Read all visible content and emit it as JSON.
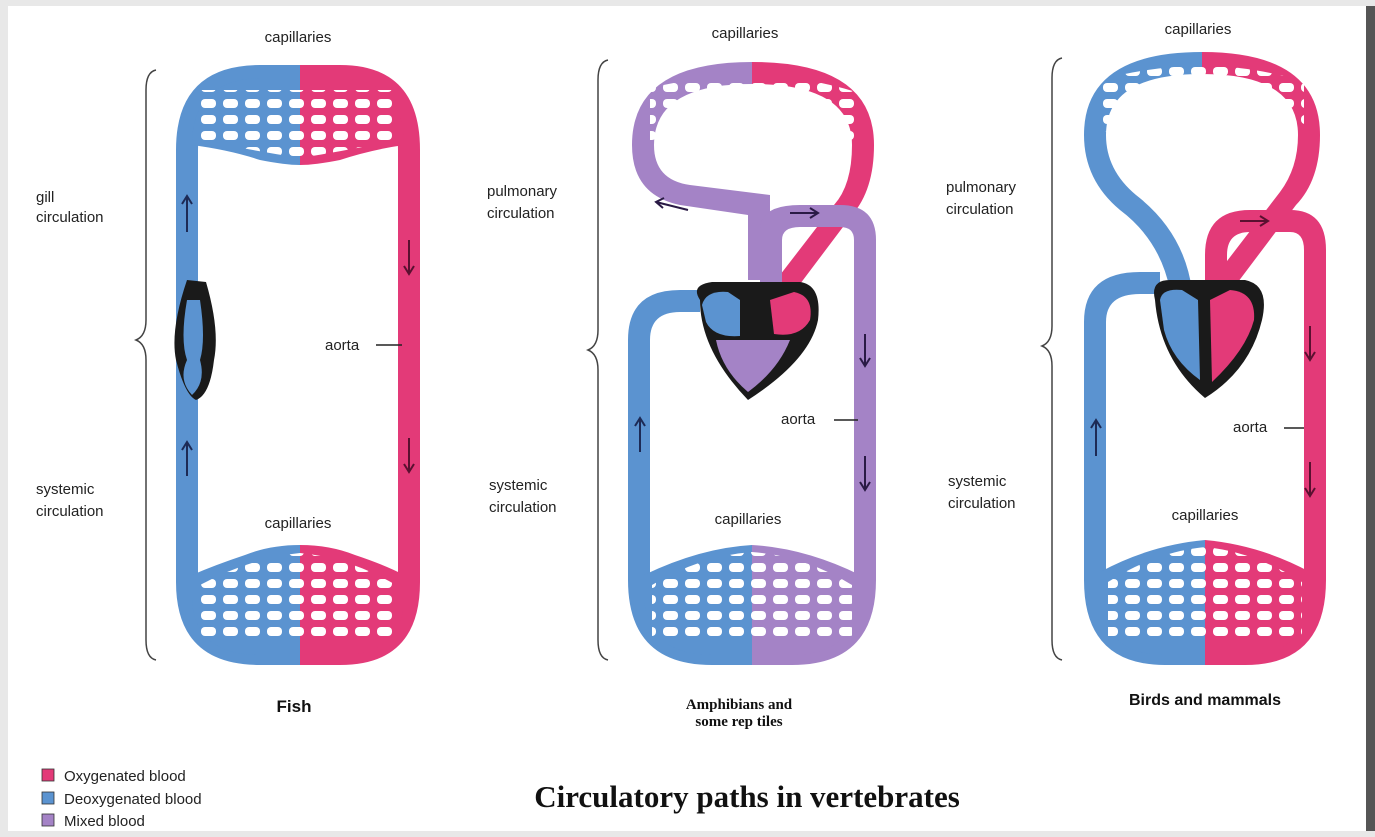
{
  "colors": {
    "oxygenated": "#e33a78",
    "deoxygenated": "#5b93d0",
    "mixed": "#a483c6",
    "heart": "#1a1a1a",
    "paper": "#ffffff",
    "background": "#e8e8e8"
  },
  "title": "Circulatory paths in vertebrates",
  "panels": [
    {
      "caption": [
        "Fish"
      ],
      "labels": {
        "capillaries_top": "capillaries",
        "capillaries_bottom": "capillaries",
        "upper_circulation": [
          "gill",
          "circulation"
        ],
        "lower_circulation": [
          "systemic",
          "circulation"
        ],
        "aorta": "aorta"
      }
    },
    {
      "caption": [
        "Amphibians and",
        "some rep tiles"
      ],
      "labels": {
        "capillaries_top": "capillaries",
        "capillaries_bottom": "capillaries",
        "upper_circulation": [
          "pulmonary",
          "circulation"
        ],
        "lower_circulation": [
          "systemic",
          "circulation"
        ],
        "aorta": "aorta"
      }
    },
    {
      "caption": [
        "Birds and mammals"
      ],
      "labels": {
        "capillaries_top": "capillaries",
        "capillaries_bottom": "capillaries",
        "upper_circulation": [
          "pulmonary",
          "circulation"
        ],
        "lower_circulation": [
          "systemic",
          "circulation"
        ],
        "aorta": "aorta"
      }
    }
  ],
  "legend": [
    {
      "label": "Oxygenated blood",
      "color": "#e33a78"
    },
    {
      "label": "Deoxygenated blood",
      "color": "#5b93d0"
    },
    {
      "label": "Mixed blood",
      "color": "#a483c6"
    }
  ]
}
